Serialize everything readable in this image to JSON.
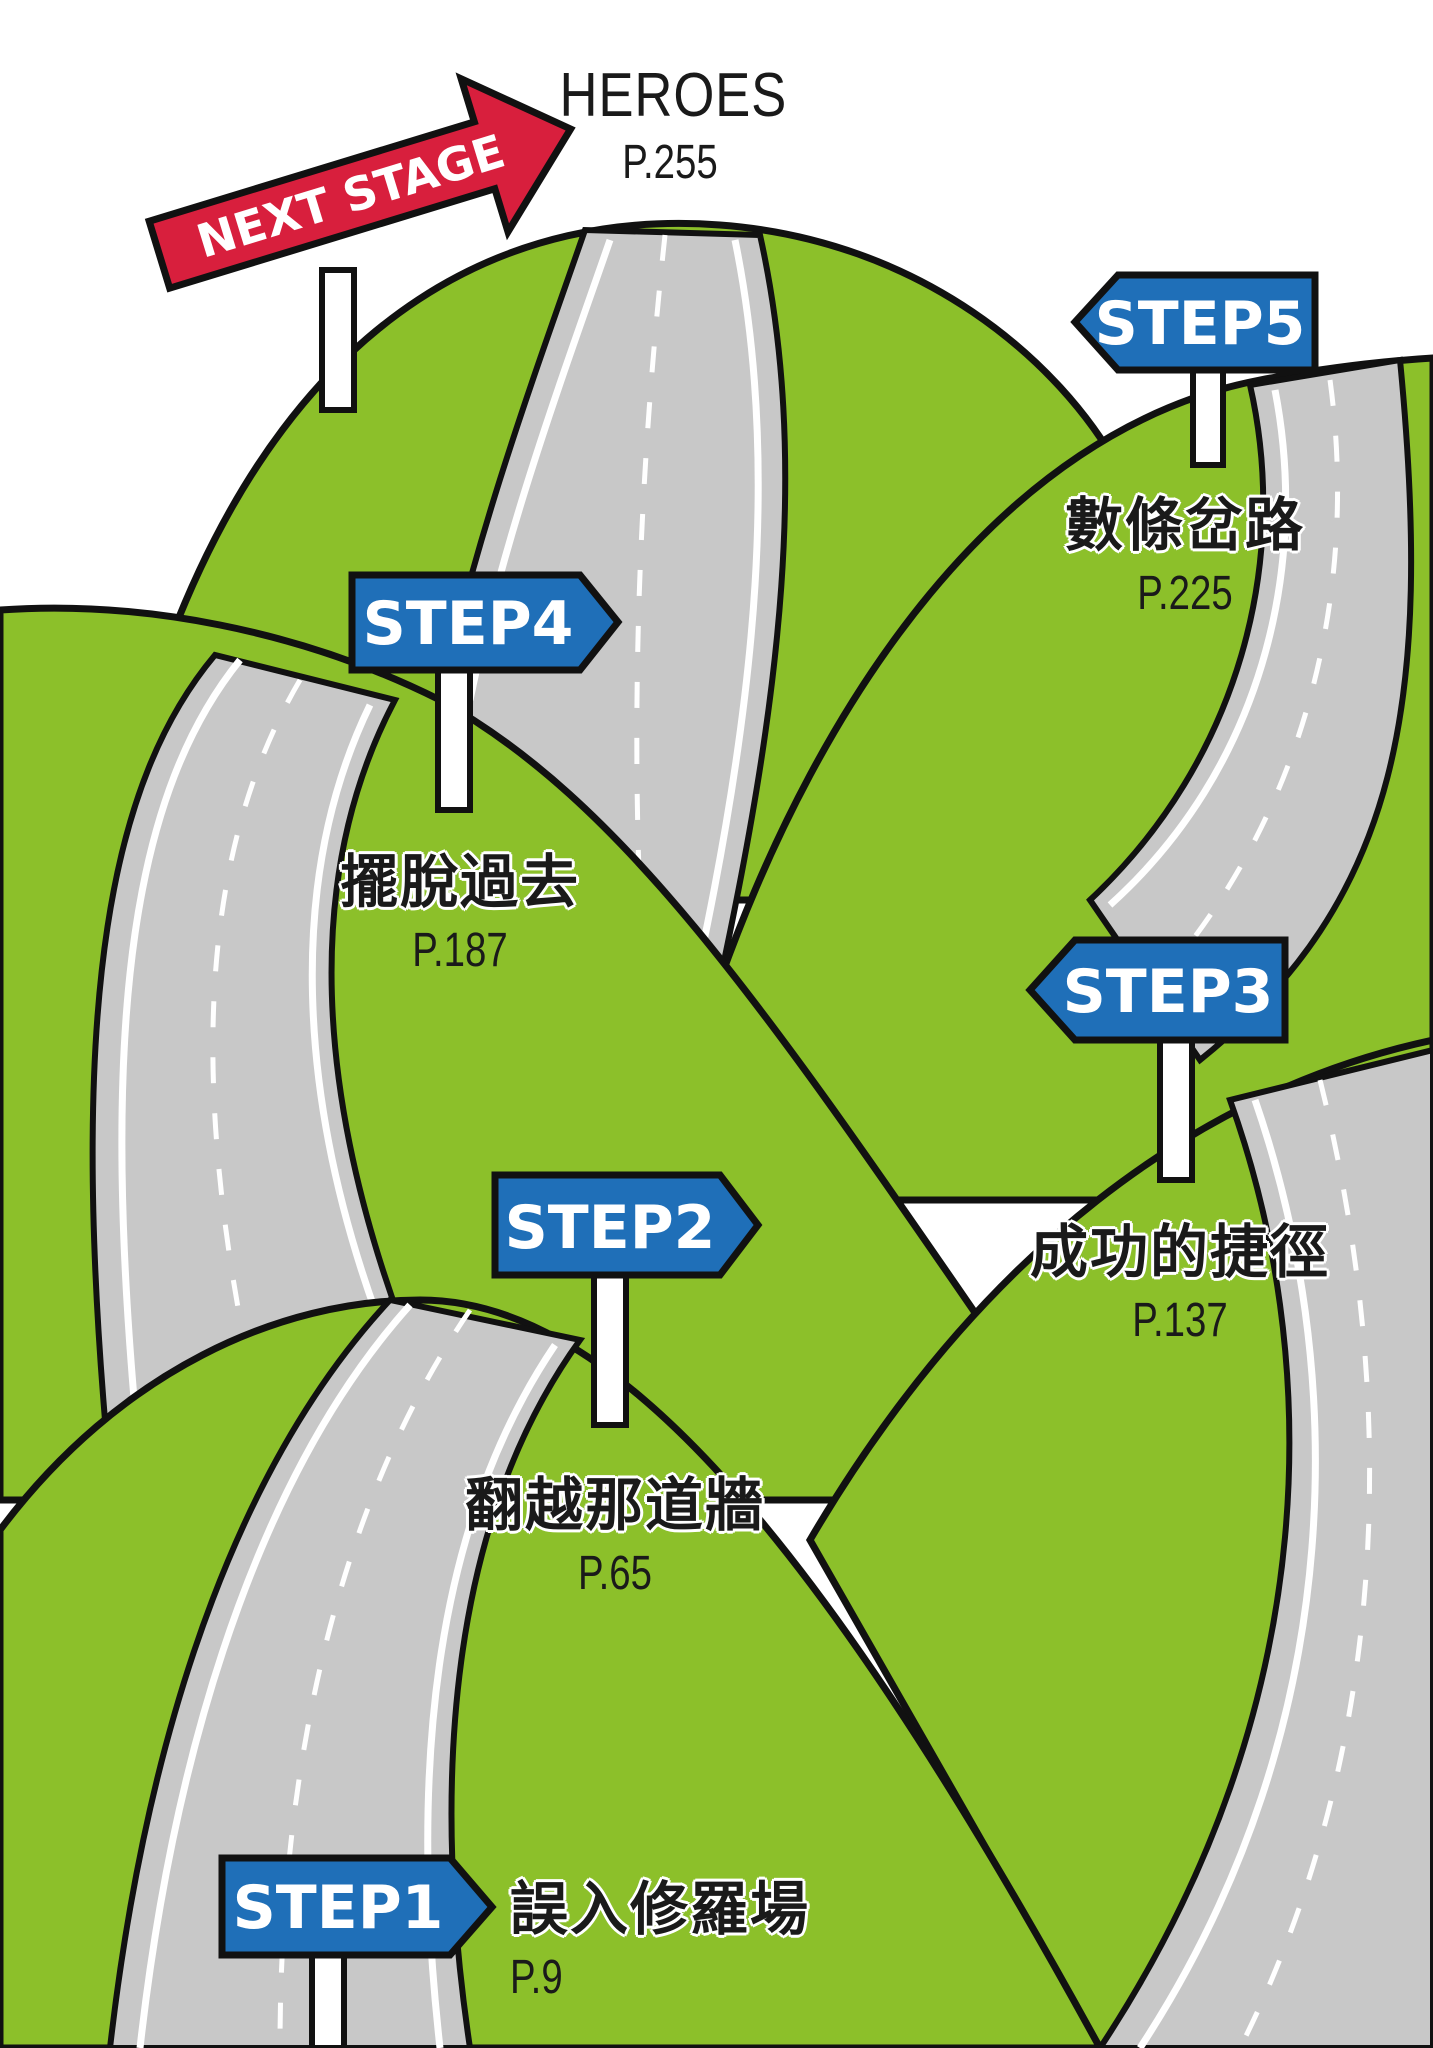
{
  "colors": {
    "hill": "#8cc02a",
    "road": "#c8c8c8",
    "outline": "#111111",
    "sign_blue": "#1f6fb8",
    "sign_red": "#d81f3d"
  },
  "next_stage": {
    "sign": "NEXT STAGE",
    "title": "HEROES",
    "page": "P.255"
  },
  "steps": [
    {
      "sign": "STEP1",
      "title": "誤入修羅場",
      "page": "P.9"
    },
    {
      "sign": "STEP2",
      "title": "翻越那道牆",
      "page": "P.65"
    },
    {
      "sign": "STEP3",
      "title": "成功的捷徑",
      "page": "P.137"
    },
    {
      "sign": "STEP4",
      "title": "擺脫過去",
      "page": "P.187"
    },
    {
      "sign": "STEP5",
      "title": "數條岔路",
      "page": "P.225"
    }
  ]
}
